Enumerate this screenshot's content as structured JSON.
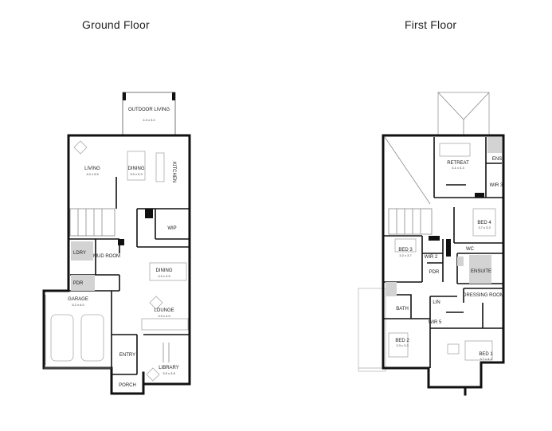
{
  "floors": {
    "ground": {
      "title": "Ground Floor",
      "rooms": {
        "outdoor_living": {
          "label": "OUTDOOR LIVING",
          "dim": "4.3 x 3.0"
        },
        "living": {
          "label": "LIVING",
          "dim": "4.0 x 5.5"
        },
        "dining_top": {
          "label": "DINING",
          "dim": "3.0 x 5.3"
        },
        "kitchen": {
          "label": "KITCHEN"
        },
        "wip": {
          "label": "WIP"
        },
        "ldry": {
          "label": "LDRY"
        },
        "mud_room": {
          "label": "MUD ROOM"
        },
        "pdr": {
          "label": "PDR"
        },
        "dining": {
          "label": "DINING",
          "dim": "3.9 x 3.5"
        },
        "lounge": {
          "label": "LOUNGE",
          "dim": "3.9 x 4.0"
        },
        "garage": {
          "label": "GARAGE",
          "dim": "5.2 x 6.0"
        },
        "entry": {
          "label": "ENTRY"
        },
        "library": {
          "label": "LIBRARY",
          "dim": "3.5 x 3.8"
        },
        "porch": {
          "label": "PORCH"
        }
      }
    },
    "first": {
      "title": "First Floor",
      "rooms": {
        "retreat": {
          "label": "RETREAT",
          "dim": "4.1 x 4.3"
        },
        "ens": {
          "label": "ENS"
        },
        "wir3": {
          "label": "WIR 3"
        },
        "bed4": {
          "label": "BED 4",
          "dim": "3.7 x 3.3"
        },
        "bed3": {
          "label": "BED 3",
          "dim": "3.2 x 3.7"
        },
        "wir2": {
          "label": "WIR 2"
        },
        "pdr": {
          "label": "PDR"
        },
        "wc": {
          "label": "WC"
        },
        "ensuite": {
          "label": "ENSUITE"
        },
        "dressing_room": {
          "label": "DRESSING ROOM"
        },
        "bath": {
          "label": "BATH"
        },
        "lin": {
          "label": "LIN"
        },
        "wir5": {
          "label": "WIR 5"
        },
        "bed2": {
          "label": "BED 2",
          "dim": "3.3 x 3.3"
        },
        "bed1": {
          "label": "BED 1",
          "dim": "3.7 x 4.3"
        }
      }
    }
  }
}
